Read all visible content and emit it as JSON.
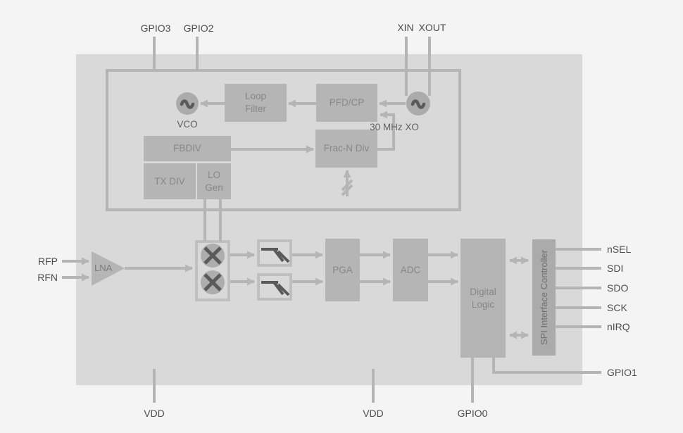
{
  "diagram_type": "rf-receiver-block-diagram",
  "pins": {
    "gpio3": "GPIO3",
    "gpio2": "GPIO2",
    "xin": "XIN",
    "xout": "XOUT",
    "rfp": "RFP",
    "rfn": "RFN",
    "nsel": "nSEL",
    "sdi": "SDI",
    "sdo": "SDO",
    "sck": "SCK",
    "nirq": "nIRQ",
    "gpio1": "GPIO1",
    "gpio0": "GPIO0",
    "vdd_bottom_left": "VDD",
    "vdd_bottom_mid": "VDD"
  },
  "blocks": {
    "vco": "VCO",
    "loop_filter": "Loop Filter",
    "pfd_cp": "PFD/CP",
    "xo": "30 MHz XO",
    "fbdiv": "FBDIV",
    "frac_n_div": "Frac-N Div",
    "tx_div": "TX DIV",
    "lo_gen": "LO Gen",
    "lna": "LNA",
    "pga": "PGA",
    "adc": "ADC",
    "digital_logic": "Digital Logic",
    "spi": "SPI Interface Controller"
  },
  "icons": {
    "vco_symbol": "sine-wave-icon",
    "xo_symbol": "sine-wave-icon",
    "mixer_symbol": "mixer-cross-icon",
    "filter_symbol": "lowpass-filter-icon",
    "divider_control": "slashed-arrow-icon"
  },
  "connections": [
    "PFD/CP -> Loop Filter",
    "Loop Filter -> VCO",
    "30 MHz XO -> PFD/CP",
    "FBDIV -> Frac-N Div",
    "Frac-N Div -> PFD/CP (feedback)",
    "control -> Frac-N Div (slashed arrow)",
    "GPIO3 -> PLL box",
    "GPIO2 -> PLL box",
    "XIN -> XO",
    "XOUT -> XO",
    "RFP -> LNA",
    "RFN -> LNA",
    "LNA -> mixers",
    "LO Gen -> mixers (2 lines)",
    "mixer I -> filter I",
    "mixer Q -> filter Q",
    "filters -> PGA",
    "PGA -> ADC",
    "ADC -> Digital Logic",
    "Digital Logic <-> SPI Interface Controller (2 bidirectional)",
    "SPI -> nSEL/SDI/SDO/SCK/nIRQ",
    "Digital Logic -> GPIO1",
    "Digital Logic -> GPIO0",
    "VDD stubs (2)"
  ],
  "colors": {
    "background": "#f4f4f4",
    "chip_body": "#d9d9d9",
    "block_fill": "#b5b5b5",
    "block_fill_dark": "#ababab",
    "line": "#b5b5b5",
    "outline": "#bfbfbf",
    "dark_glyph": "#5a5a5a",
    "pin_text": "#4d4d4d",
    "block_text": "#878787",
    "soft_text": "#616161"
  }
}
